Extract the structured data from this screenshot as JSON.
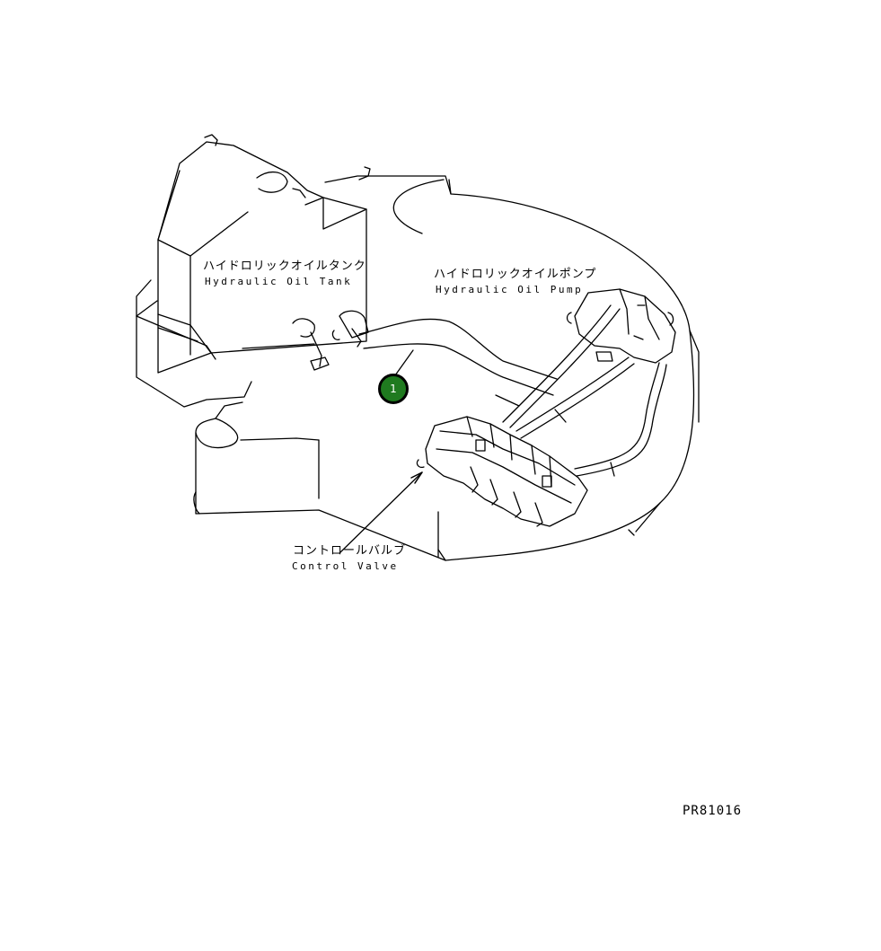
{
  "labels": {
    "tank_jp": "ハイドロリックオイルタンク",
    "tank_en": "Hydraulic Oil Tank",
    "pump_jp": "ハイドロリックオイルポンプ",
    "pump_en": "Hydraulic Oil Pump",
    "valve_jp": "コントロールバルブ",
    "valve_en": "Control Valve"
  },
  "callout": {
    "number": "1",
    "color": "#1f7a1f"
  },
  "reference_code": "PR81016",
  "colors": {
    "line": "#000000",
    "background": "#ffffff"
  }
}
